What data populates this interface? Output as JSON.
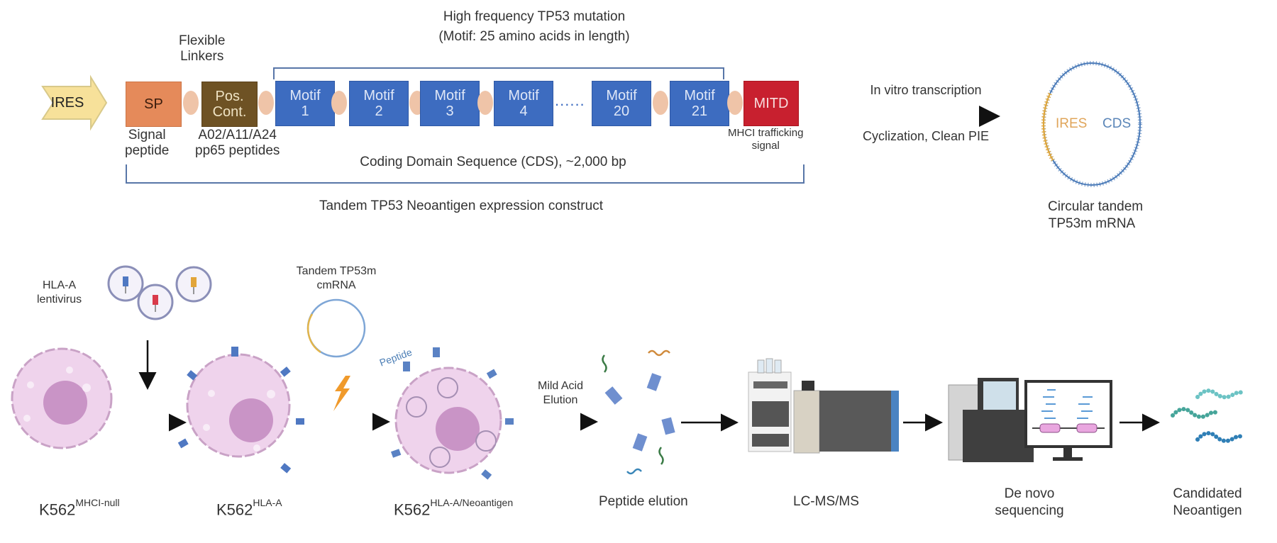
{
  "top": {
    "flexible_linkers": "Flexible\nLinkers",
    "flexible_linkers_line1": "Flexible",
    "flexible_linkers_line2": "Linkers",
    "mutation_title_line1": "High frequency TP53 mutation",
    "mutation_title_line2": "(Motif: 25 amino acids in length)",
    "ires": "IRES",
    "sp": "SP",
    "pos_cont_line1": "Pos.",
    "pos_cont_line2": "Cont.",
    "motifs": [
      {
        "line1": "Motif",
        "line2": "1"
      },
      {
        "line1": "Motif",
        "line2": "2"
      },
      {
        "line1": "Motif",
        "line2": "3"
      },
      {
        "line1": "Motif",
        "line2": "4"
      },
      {
        "line1": "Motif",
        "line2": "20"
      },
      {
        "line1": "Motif",
        "line2": "21"
      }
    ],
    "ellipsis": "......",
    "mitd": "MITD",
    "sp_caption_line1": "Signal",
    "sp_caption_line2": "peptide",
    "pos_caption_line1": "A02/A11/A24",
    "pos_caption_line2": "pp65 peptides",
    "mitd_caption_line1": "MHCI trafficking",
    "mitd_caption_line2": "signal",
    "cds_label": "Coding Domain Sequence (CDS), ~2,000 bp",
    "construct_label": "Tandem TP53 Neoantigen expression construct",
    "ivt_label": "In vitro transcription",
    "cyclization_label": "Cyclization, Clean PIE",
    "circle_ires": "IRES",
    "circle_cds": "CDS",
    "circle_caption_line1": "Circular tandem",
    "circle_caption_line2": "TP53m mRNA"
  },
  "bottom": {
    "lentivirus_line1": "HLA-A",
    "lentivirus_line2": "lentivirus",
    "cmrna_line1": "Tandem TP53m",
    "cmrna_line2": "cmRNA",
    "peptide_tag": "Peptide",
    "mild_acid_line1": "Mild Acid",
    "mild_acid_line2": "Elution",
    "cell1_base": "K562",
    "cell1_sup": "MHCI-null",
    "cell2_base": "K562",
    "cell2_sup": "HLA-A",
    "cell3_base": "K562",
    "cell3_sup": "HLA-A/Neoantigen",
    "peptide_elution": "Peptide elution",
    "lcms": "LC-MS/MS",
    "denovo_line1": "De novo",
    "denovo_line2": "sequencing",
    "candidate_line1": "Candidated",
    "candidate_line2": "Neoantigen"
  },
  "colors": {
    "ires_arrow": "#f7e19a",
    "sp": "#e58a5a",
    "pos_cont": "#6e5224",
    "motif": "#3d6cc0",
    "mitd": "#c8202f",
    "linker": "#efc4a8",
    "bracket": "#5876a8",
    "cell": "#efd3ec",
    "nucleus": "#c994c6"
  }
}
